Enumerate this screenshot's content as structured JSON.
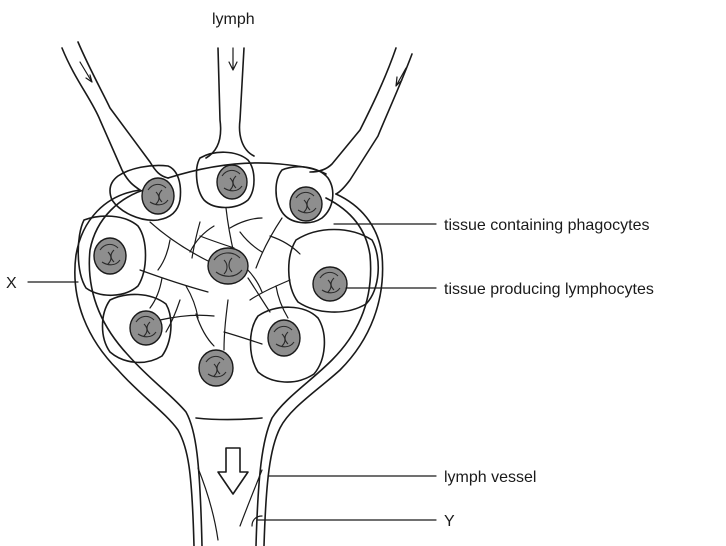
{
  "labels": {
    "lymph": "lymph",
    "x": "X",
    "phagocytes": "tissue containing phagocytes",
    "lymphocytes": "tissue producing lymphocytes",
    "vessel": "lymph vessel",
    "y": "Y"
  }
}
